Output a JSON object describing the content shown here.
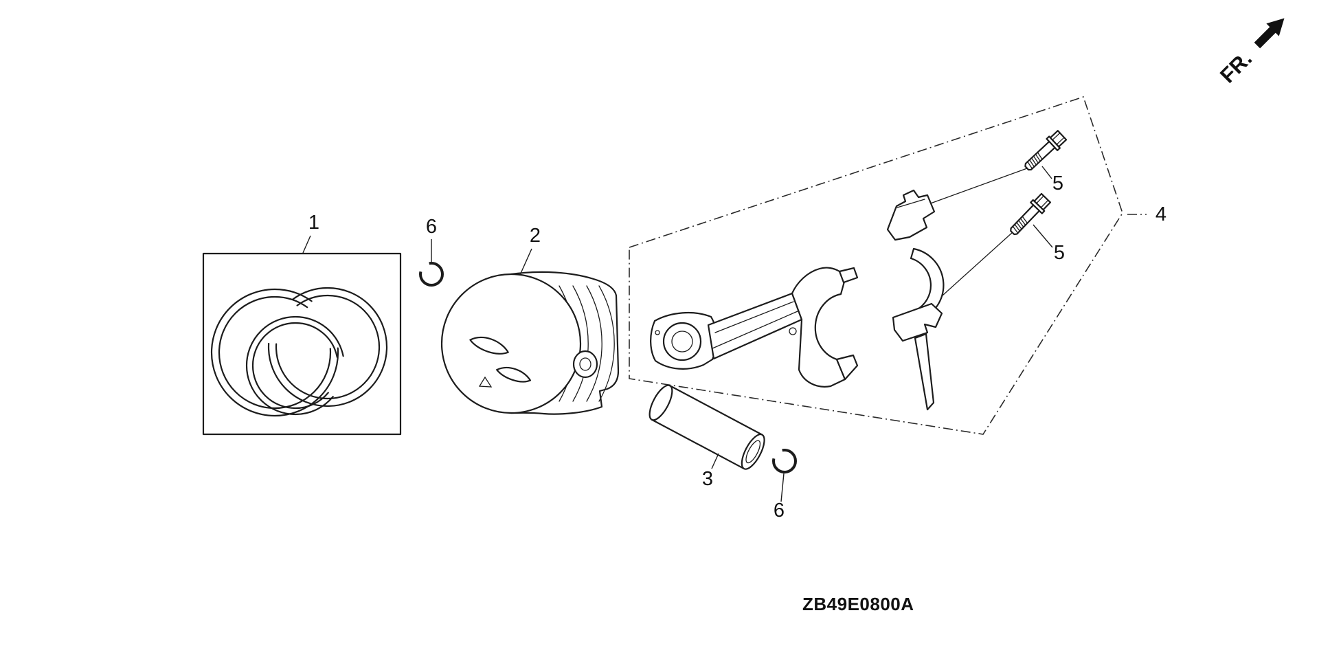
{
  "canvas": {
    "background": "#ffffff",
    "line_color": "#1c1c1c"
  },
  "orientation_marker": {
    "label": "FR."
  },
  "part_callouts": {
    "ring_set": "1",
    "piston": "2",
    "piston_pin": "3",
    "rod_assembly": "4",
    "bolt_upper": "5",
    "bolt_lower": "5",
    "pin_clip_upper": "6",
    "pin_clip_lower": "6"
  },
  "footer": {
    "diagram_code": "ZB49E0800A"
  }
}
